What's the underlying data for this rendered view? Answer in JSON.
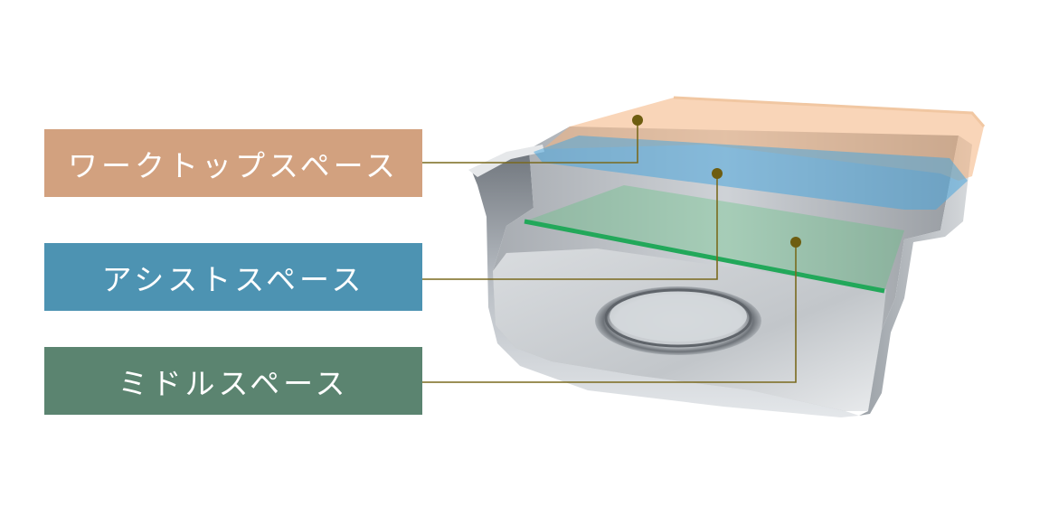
{
  "labels": {
    "worktop": "ワークトップスペース",
    "assist": "アシストスペース",
    "middle": "ミドルスペース"
  },
  "colors": {
    "worktop": "#d2a17f",
    "assist": "#4d93b2",
    "middle": "#5b8470",
    "leader_line": "#7a6a1e",
    "dot": "#6e5d10"
  }
}
